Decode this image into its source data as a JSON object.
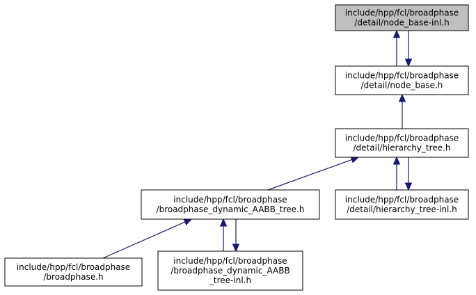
{
  "nodes": [
    {
      "id": "node_base_inl",
      "lines": [
        "include/hpp/fcl/broadphase",
        "/detail/node_base-inl.h"
      ],
      "highlighted": true
    },
    {
      "id": "node_base",
      "lines": [
        "include/hpp/fcl/broadphase",
        "/detail/node_base.h"
      ]
    },
    {
      "id": "hierarchy_tree",
      "lines": [
        "include/hpp/fcl/broadphase",
        "/detail/hierarchy_tree.h"
      ]
    },
    {
      "id": "broadphase_dynamic_AABB_tree",
      "lines": [
        "include/hpp/fcl/broadphase",
        "/broadphase_dynamic_AABB_tree.h"
      ]
    },
    {
      "id": "hierarchy_tree_inl",
      "lines": [
        "include/hpp/fcl/broadphase",
        "/detail/hierarchy_tree-inl.h"
      ]
    },
    {
      "id": "broadphase",
      "lines": [
        "include/hpp/fcl/broadphase",
        "/broadphase.h"
      ]
    },
    {
      "id": "broadphase_dynamic_AABB_tree_inl",
      "lines": [
        "include/hpp/fcl/broadphase",
        "/broadphase_dynamic_AABB",
        "_tree-inl.h"
      ]
    }
  ],
  "edges": [
    {
      "from": "node_base",
      "to": "node_base_inl"
    },
    {
      "from": "node_base_inl",
      "to": "node_base"
    },
    {
      "from": "hierarchy_tree",
      "to": "node_base"
    },
    {
      "from": "broadphase_dynamic_AABB_tree",
      "to": "hierarchy_tree"
    },
    {
      "from": "hierarchy_tree_inl",
      "to": "hierarchy_tree"
    },
    {
      "from": "hierarchy_tree",
      "to": "hierarchy_tree_inl"
    },
    {
      "from": "broadphase",
      "to": "broadphase_dynamic_AABB_tree"
    },
    {
      "from": "broadphase_dynamic_AABB_tree_inl",
      "to": "broadphase_dynamic_AABB_tree"
    },
    {
      "from": "broadphase_dynamic_AABB_tree",
      "to": "broadphase_dynamic_AABB_tree_inl"
    }
  ],
  "colors": {
    "highlight_fill": "#bfbfbf",
    "node_fill": "#ffffff",
    "edge": "#191970"
  }
}
